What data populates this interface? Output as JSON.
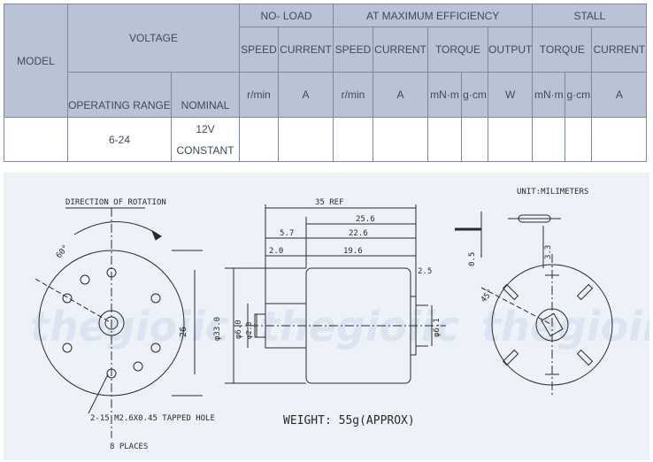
{
  "table": {
    "model": "MODEL",
    "voltage": "VOLTAGE",
    "no_load": "NO- LOAD",
    "max_eff": "AT MAXIMUM EFFICIENCY",
    "stall": "STALL",
    "operating_range": "OPERATING RANGE",
    "nominal": "NOMINAL",
    "col_speed": "SPEED",
    "col_current": "CURRENT",
    "col_torque": "TORQUE",
    "col_output": "OUTPUT",
    "unit_rmin": "r/min",
    "unit_a": "A",
    "unit_mnm": "mN·m",
    "unit_gcm": "g·cm",
    "unit_w": "W",
    "range_value": "6-24",
    "nominal_line1": "12V",
    "nominal_line2": "CONSTANT"
  },
  "drawing": {
    "direction": "DIRECTION OF ROTATION",
    "unit": "UNIT:MILIMETERS",
    "tapped_hole": "2-15 M2.6X0.45 TAPPED HOLE",
    "places": "8 PLACES",
    "weight": "WEIGHT: 55g(APPROX)",
    "dims": {
      "ref": "35 REF",
      "d256": "25.6",
      "d226": "22.6",
      "d57": "5.7",
      "d20": "2.0",
      "d196": "19.6",
      "d25": "2.5",
      "d33": "3.3",
      "d05": "0.5",
      "d26": "26",
      "dia": "φ33.0",
      "dia2": "φ6.0",
      "dia3": "φ2.0",
      "dia4": "φ6.1",
      "a60": "60°",
      "a45": "45°"
    },
    "watermark": "thegioiic"
  },
  "colors": {
    "header_bg": "#bac3d6",
    "border": "#7e8a9c",
    "text": "#3d4a5c",
    "drawing_bg": "#edf2f9",
    "watermark": "#dbe4f0"
  }
}
